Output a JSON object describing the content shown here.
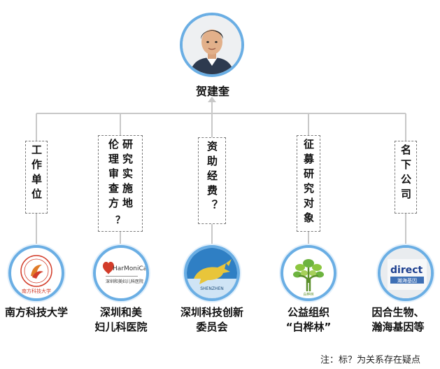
{
  "person": {
    "name": "贺建奎"
  },
  "relations": [
    {
      "cols": [
        "工作单位"
      ]
    },
    {
      "cols": [
        "研究实施地",
        "伦理审查方"
      ],
      "mark": "？"
    },
    {
      "cols": [
        "资助经费？"
      ]
    },
    {
      "cols": [
        "征募研究对象"
      ]
    },
    {
      "cols": [
        "名下公司"
      ]
    }
  ],
  "entities": [
    {
      "line1": "南方科技大学",
      "line2": "",
      "logo": "sustech-logo"
    },
    {
      "line1": "深圳和美",
      "line2": "妇儿科医院",
      "logo": "harmonicare-logo",
      "logo_text": "HarMoniCare"
    },
    {
      "line1": "深圳科技创新",
      "line2": "委员会",
      "logo": "bull-logo"
    },
    {
      "line1": "公益组织",
      "line2": "“白桦林”",
      "logo": "tree-logo"
    },
    {
      "line1": "因合生物、",
      "line2": "瀚海基因等",
      "logo": "direct-logo",
      "logo_text": "direct",
      "logo_subtext": "瀚海基因"
    }
  ],
  "note": "注：标？为关系存在疑点",
  "colors": {
    "accent": "#6aaee4",
    "line": "#c8c8c8",
    "logo_red": "#d23c2a",
    "tree_green": "#6cb33f"
  }
}
